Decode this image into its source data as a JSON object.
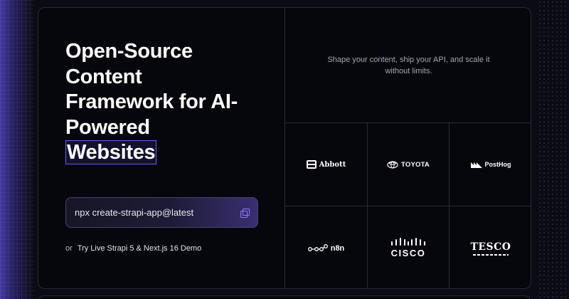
{
  "hero": {
    "headline_lines": [
      "Open-Source",
      "Content",
      "Framework for AI-",
      "Powered"
    ],
    "headline_highlight": "Websites",
    "command": "npx create-strapi-app@latest",
    "copy_icon": "copy-icon",
    "or_text": "or",
    "demo_link": "Try Live Strapi 5 & Next.js 16 Demo"
  },
  "tagline": "Shape your content, ship your API, and scale it without limits.",
  "logos": [
    {
      "name": "Abbott",
      "text": "Abbott",
      "icon": "abbott-icon"
    },
    {
      "name": "Toyota",
      "text": "TOYOTA",
      "icon": "toyota-icon"
    },
    {
      "name": "PostHog",
      "text": "PostHog",
      "icon": "posthog-icon"
    },
    {
      "name": "n8n",
      "text": "n8n",
      "icon": "n8n-icon"
    },
    {
      "name": "Cisco",
      "text": "CISCO",
      "icon": "cisco-icon"
    },
    {
      "name": "Tesco",
      "text": "TESCO",
      "icon": "tesco-icon"
    }
  ],
  "colors": {
    "accent": "#6b5fe0",
    "background": "#06060d",
    "border": "#2a2a36"
  }
}
